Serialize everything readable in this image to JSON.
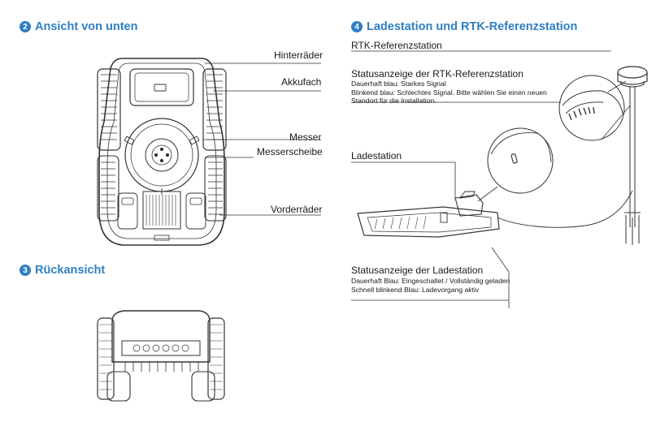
{
  "sections": {
    "bottom_view": {
      "number": "2",
      "title": "Ansicht von unten"
    },
    "rear_view": {
      "number": "3",
      "title": "Rückansicht"
    },
    "station": {
      "number": "4",
      "title": "Ladestation und RTK-Referenzstation"
    }
  },
  "bottom_labels": {
    "rear_wheels": "Hinterräder",
    "battery": "Akkufach",
    "blade": "Messer",
    "blade_disc": "Messerscheibe",
    "front_wheels": "Vorderräder"
  },
  "rtk": {
    "title": "RTK-Referenzstation",
    "status_title": "Statusanzeige der RTK-Referenzstation",
    "status_lines": [
      "Dauerhaft blau: Starkes Signal",
      "Blinkend blau: Schlechtes Signal. Bitte wählen Sie einen neuen",
      "Standort für die Installation."
    ]
  },
  "charging": {
    "title": "Ladestation",
    "status_title": "Statusanzeige der Ladestation",
    "status_lines": [
      "Dauerhaft Blau: Eingeschaltet / Vollständig geladen",
      "Schnell blinkend Blau: Ladevorgang aktiv"
    ]
  },
  "colors": {
    "accent": "#2f7fc1",
    "line": "#333333"
  }
}
